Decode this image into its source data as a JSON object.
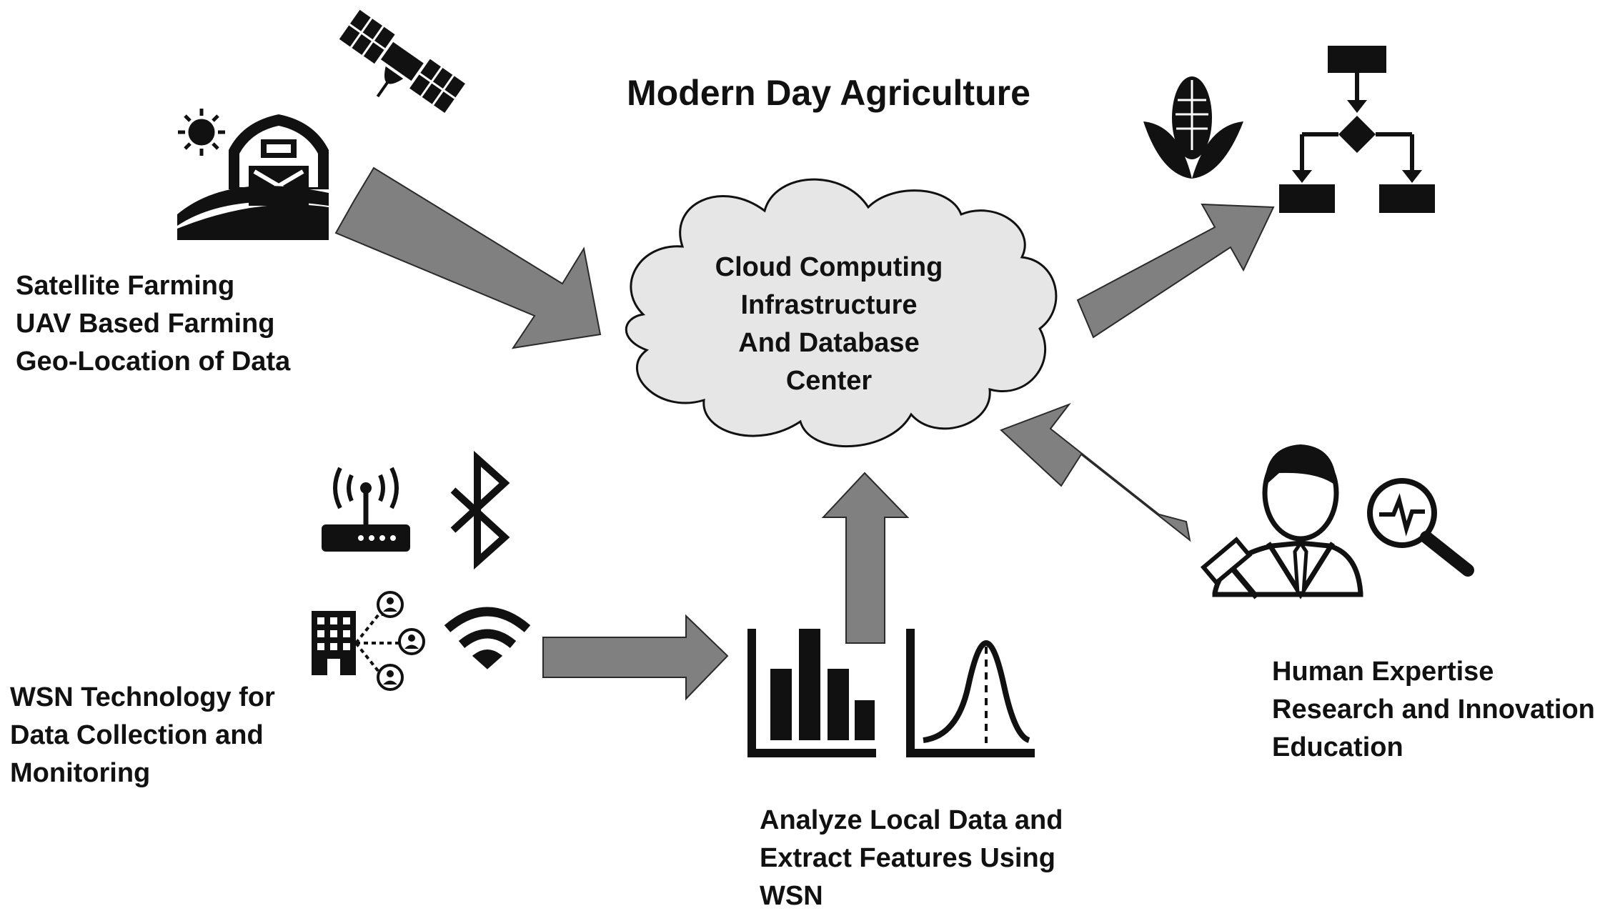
{
  "title": "Modern Day Agriculture",
  "cloud": {
    "lines": [
      "Cloud Computing",
      "Infrastructure",
      "And Database",
      "Center"
    ]
  },
  "satellite_label": {
    "lines": [
      "Satellite Farming",
      "UAV Based Farming",
      "Geo-Location of Data"
    ]
  },
  "wsn_label": {
    "lines": [
      "WSN Technology for",
      "Data Collection and",
      "Monitoring"
    ]
  },
  "analyze_label": {
    "lines": [
      "Analyze Local Data and",
      "Extract Features Using",
      "WSN"
    ]
  },
  "human_label": {
    "lines": [
      "Human Expertise",
      "Research and Innovation",
      "Education"
    ]
  },
  "icons": [
    "sun-icon",
    "barn-icon",
    "satellite-icon",
    "corn-icon",
    "flowchart-icon",
    "router-icon",
    "bluetooth-icon",
    "building-network-icon",
    "wifi-icon",
    "bar-chart-icon",
    "bell-curve-icon",
    "person-with-gavel-icon",
    "magnifier-pulse-icon"
  ],
  "colors": {
    "arrow_fill": "#808080",
    "cloud_fill": "#e6e6e6",
    "icon_color": "#111111"
  }
}
